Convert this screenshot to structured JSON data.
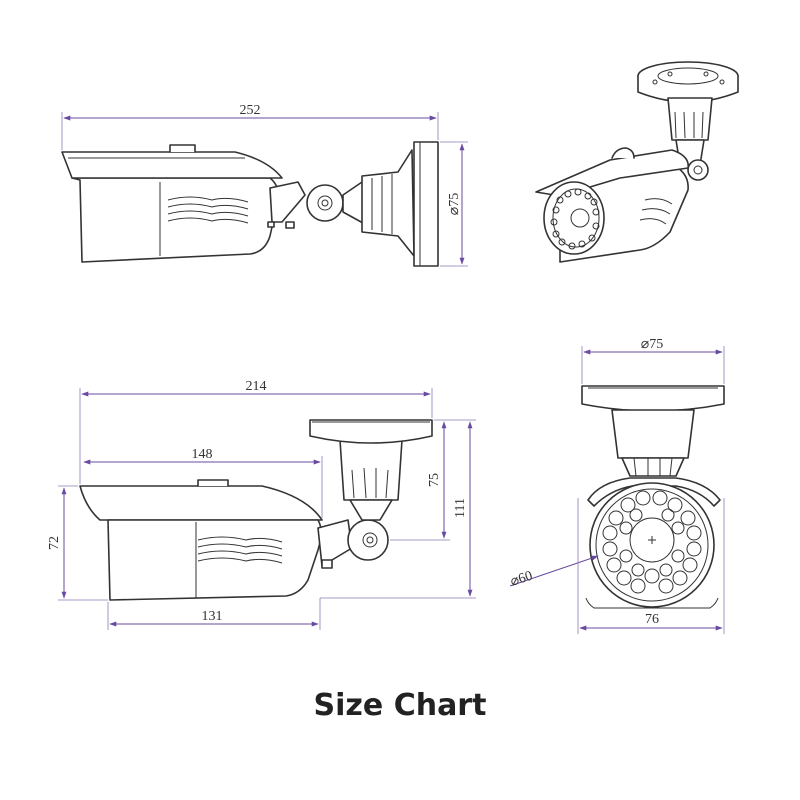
{
  "title": "Size Chart",
  "dimensions": {
    "side_top_length": "252",
    "side_top_mount": "⌀75",
    "side_total_length": "214",
    "side_housing_length": "148",
    "side_height_body": "72",
    "side_mount_height": "75",
    "side_total_height": "111",
    "side_body_length": "131",
    "front_mount": "⌀75",
    "front_lens": "⌀60",
    "front_width": "76"
  },
  "colors": {
    "line": "#333333",
    "dimension": "#6a4aa0",
    "background": "#ffffff"
  }
}
